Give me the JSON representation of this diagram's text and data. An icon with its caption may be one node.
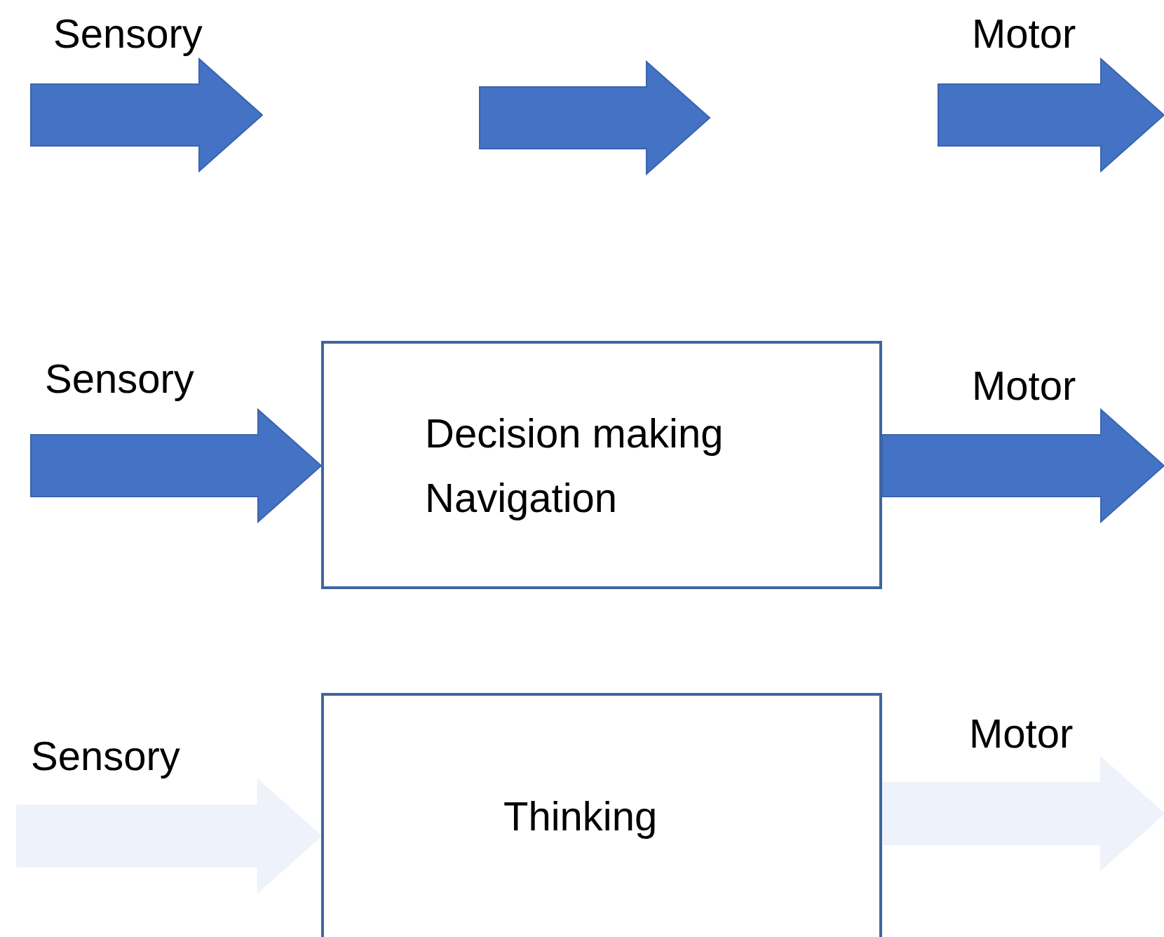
{
  "diagram": {
    "nodes": [
      {
        "text": [
          "Decision making",
          "Navigation"
        ]
      },
      {
        "text": [
          "Thinking"
        ]
      }
    ],
    "edges": [
      {
        "from": null,
        "to": 0,
        "arrow": "to",
        "label": "Sensory"
      },
      {
        "from": 0,
        "to": null,
        "arrow": "to",
        "label": "Motor"
      },
      {
        "from": null,
        "to": 1,
        "arrow": "to",
        "label": "Sensory",
        "color": "#eef2fa"
      },
      {
        "from": 1,
        "to": null,
        "arrow": "to",
        "label": "Motor",
        "color": "#eef2fa"
      }
    ],
    "labels": [
      "Sensory",
      "Motor"
    ]
  }
}
